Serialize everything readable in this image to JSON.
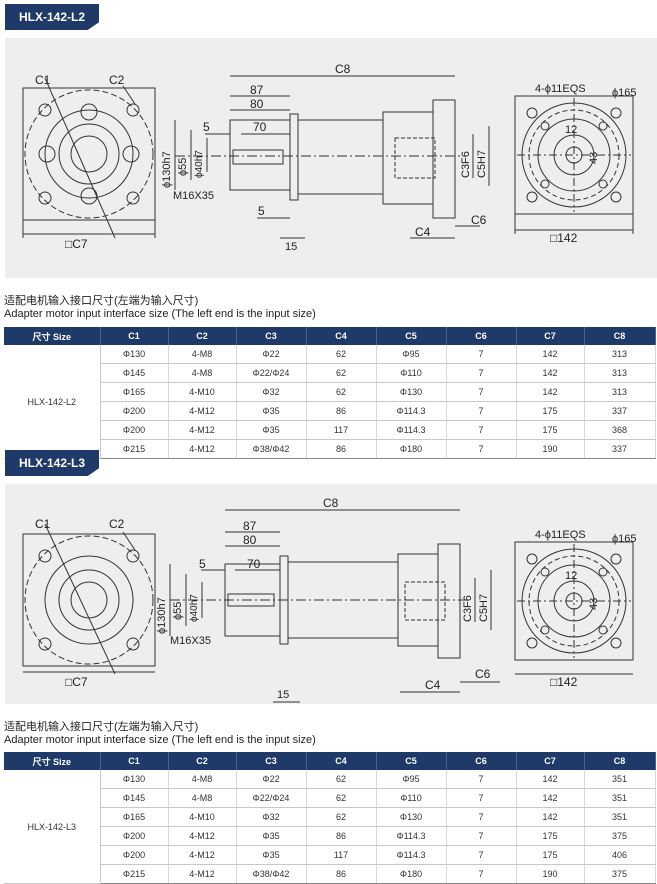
{
  "sections": [
    {
      "model": "HLX-142-L2",
      "caption_cn": "适配电机输入接口尺寸(左端为输入尺寸)",
      "caption_en": "Adapter motor input interface size (The left end is the input size)",
      "headers": [
        "尺寸 Size",
        "C1",
        "C2",
        "C3",
        "C4",
        "C5",
        "C6",
        "C7",
        "C8"
      ],
      "rows": [
        [
          "Φ130",
          "4-M8",
          "Φ22",
          "62",
          "Φ95",
          "7",
          "142",
          "313"
        ],
        [
          "Φ145",
          "4-M8",
          "Φ22/Φ24",
          "62",
          "Φ110",
          "7",
          "142",
          "313"
        ],
        [
          "Φ165",
          "4-M10",
          "Φ32",
          "62",
          "Φ130",
          "7",
          "142",
          "313"
        ],
        [
          "Φ200",
          "4-M12",
          "Φ35",
          "86",
          "Φ114.3",
          "7",
          "175",
          "337"
        ],
        [
          "Φ200",
          "4-M12",
          "Φ35",
          "117",
          "Φ114.3",
          "7",
          "175",
          "368"
        ],
        [
          "Φ215",
          "4-M12",
          "Φ38/Φ42",
          "86",
          "Φ180",
          "7",
          "190",
          "337"
        ]
      ]
    },
    {
      "model": "HLX-142-L3",
      "caption_cn": "适配电机输入接口尺寸(左端为输入尺寸)",
      "caption_en": "Adapter motor input interface size (The left end is the input size)",
      "headers": [
        "尺寸 Size",
        "C1",
        "C2",
        "C3",
        "C4",
        "C5",
        "C6",
        "C7",
        "C8"
      ],
      "rows": [
        [
          "Φ130",
          "4-M8",
          "Φ22",
          "62",
          "Φ95",
          "7",
          "142",
          "351"
        ],
        [
          "Φ145",
          "4-M8",
          "Φ22/Φ24",
          "62",
          "Φ110",
          "7",
          "142",
          "351"
        ],
        [
          "Φ165",
          "4-M10",
          "Φ32",
          "62",
          "Φ130",
          "7",
          "142",
          "351"
        ],
        [
          "Φ200",
          "4-M12",
          "Φ35",
          "86",
          "Φ114.3",
          "7",
          "175",
          "375"
        ],
        [
          "Φ200",
          "4-M12",
          "Φ35",
          "117",
          "Φ114.3",
          "7",
          "175",
          "406"
        ],
        [
          "Φ215",
          "4-M12",
          "Φ38/Φ42",
          "86",
          "Φ180",
          "7",
          "190",
          "375"
        ]
      ]
    }
  ],
  "drawing_labels": {
    "c1": "C1",
    "c2": "C2",
    "c7": "□C7",
    "c8": "C8",
    "d87": "87",
    "d80": "80",
    "d70": "70",
    "d5a": "5",
    "d5b": "5",
    "d15": "15",
    "d130": "ϕ130h7",
    "d55": "ϕ55",
    "d40": "ϕ40h7",
    "m16": "M16X35",
    "c3": "C3F6",
    "c5": "C5H7",
    "c4": "C4",
    "c6": "C6",
    "holes": "4-ϕ11EQS",
    "d165": "ϕ165",
    "d12": "12",
    "d43": "43",
    "d142": "□142"
  }
}
